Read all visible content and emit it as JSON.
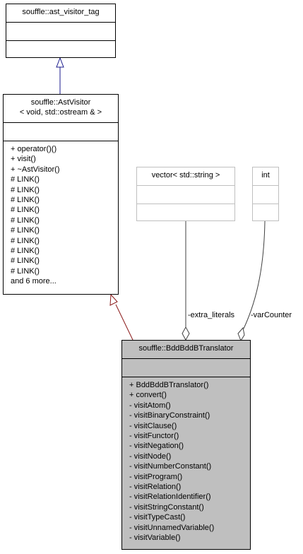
{
  "classes": {
    "ast_visitor_tag": {
      "title": "souffle::ast_visitor_tag"
    },
    "ast_visitor": {
      "title_line1": "souffle::AstVisitor",
      "title_line2": "< void, std::ostream & >",
      "methods": [
        "+ operator()()",
        "+ visit()",
        "+ ~AstVisitor()",
        "# LINK()",
        "# LINK()",
        "# LINK()",
        "# LINK()",
        "# LINK()",
        "# LINK()",
        "# LINK()",
        "# LINK()",
        "# LINK()",
        "# LINK()",
        "and 6 more..."
      ]
    },
    "vector_string": {
      "title": "vector< std::string >"
    },
    "int_type": {
      "title": "int"
    },
    "translator": {
      "title": "souffle::BddBddBTranslator",
      "methods": [
        "+ BddBddBTranslator()",
        "+ convert()",
        "- visitAtom()",
        "- visitBinaryConstraint()",
        "- visitClause()",
        "- visitFunctor()",
        "- visitNegation()",
        "- visitNode()",
        "- visitNumberConstant()",
        "- visitProgram()",
        "- visitRelation()",
        "- visitRelationIdentifier()",
        "- visitStringConstant()",
        "- visitTypeCast()",
        "- visitUnnamedVariable()",
        "- visitVariable()"
      ]
    }
  },
  "edges": {
    "extra_literals_label": "-extra_literals",
    "var_counter_label": "-varCounter"
  },
  "colors": {
    "inheritance_tag": "#1a1a8c",
    "inheritance_visitor": "#8b1a1a",
    "composition": "#404040",
    "highlight_fill": "#bfbfbf",
    "gray_border": "#bfbfbf"
  }
}
